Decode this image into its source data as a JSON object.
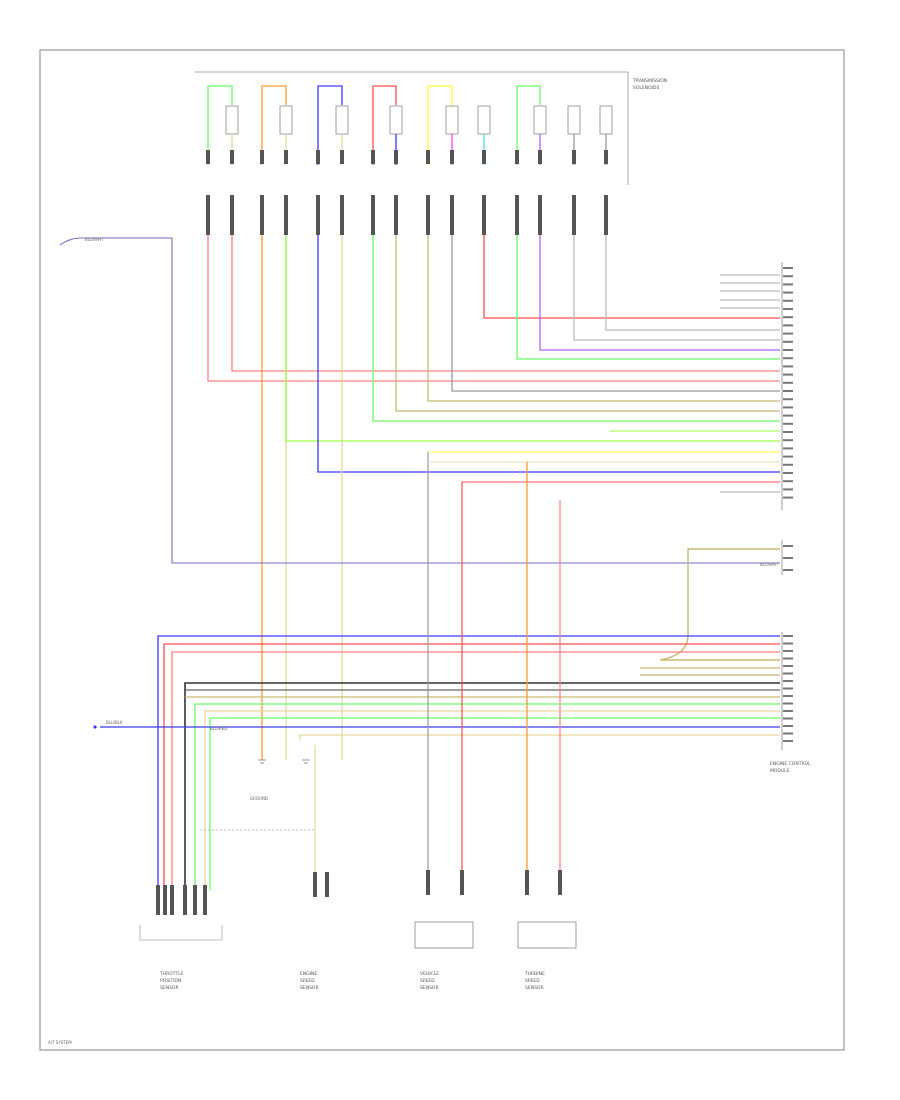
{
  "colors": {
    "frame": "#9a9a9a",
    "blue": "#3b3bff",
    "red": "#ff4d4d",
    "pink": "#ff7f7f",
    "green": "#66ff66",
    "lime": "#99ff44",
    "yellow": "#ffff33",
    "tan": "#e6d8a0",
    "orange": "#ff9933",
    "purple": "#b060ff",
    "magenta": "#ff44ff",
    "gray": "#999999",
    "dark": "#333333",
    "cyan": "#55ddee",
    "lightblue": "#8fb6ff"
  },
  "diagram": {
    "modules": [
      {
        "id": "transmission-solenoids",
        "lines": [
          "TRANSMISSION",
          "SOLENOIDS"
        ]
      },
      {
        "id": "engine-control-module",
        "lines": [
          "ENGINE CONTROL",
          "MODULE"
        ]
      },
      {
        "id": "throttle-position-sensor",
        "lines": [
          "THROTTLE",
          "POSITION",
          "SENSOR"
        ]
      },
      {
        "id": "engine-speed-sensor",
        "lines": [
          "ENGINE",
          "SPEED",
          "SENSOR"
        ]
      },
      {
        "id": "vehicle-speed-sensor",
        "lines": [
          "VEHICLE",
          "SPEED",
          "SENSOR"
        ]
      },
      {
        "id": "turbine-speed-sensor",
        "lines": [
          "TURBINE",
          "SPEED",
          "SENSOR"
        ]
      },
      {
        "id": "ground",
        "lines": [
          "GROUND"
        ]
      }
    ],
    "wire_labels": [
      "BLU/WHT",
      "BLU/BLK",
      "BLU/RED",
      "BLU/YEL"
    ],
    "footer_code": "A/T SYSTEM"
  }
}
